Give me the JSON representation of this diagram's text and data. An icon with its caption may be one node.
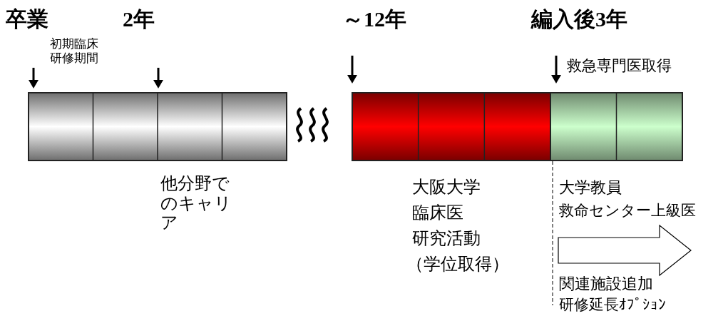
{
  "diagram": {
    "labels": [
      "卒業",
      "2年",
      "～12年",
      "編入後3年",
      "初期臨床研修期間",
      "救急専門医取得",
      "他分野でのキャリア",
      "大阪大学",
      "臨床医",
      "研究活動",
      "（学位取得）",
      "大学教員",
      "救命センター上級医",
      "関連施設追加",
      "研修延長ｵﾌﾟｼｮﾝ"
    ]
  }
}
